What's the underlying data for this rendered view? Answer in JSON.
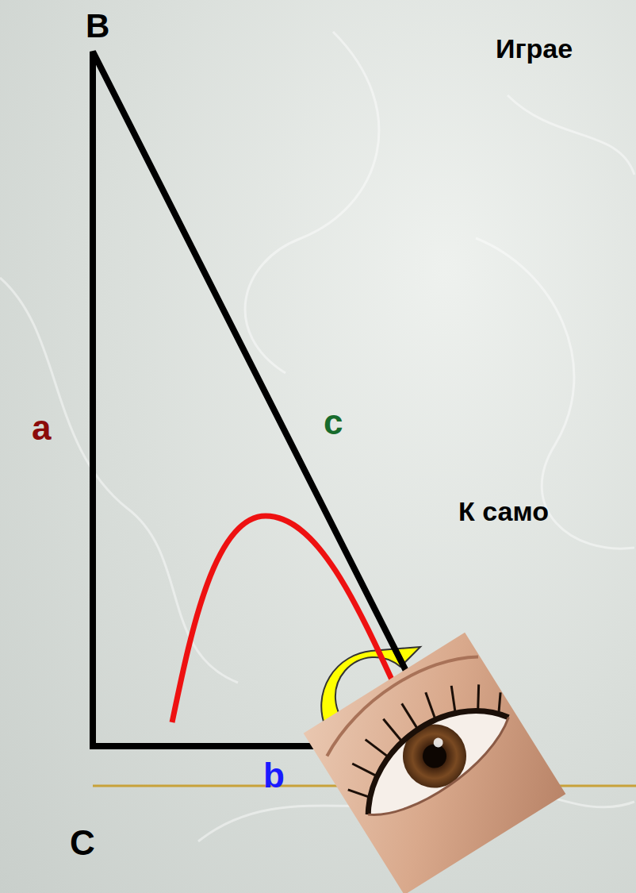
{
  "diagram": {
    "labels": [
      "B",
      "Играе",
      "a",
      "c",
      "К само",
      "C",
      "b"
    ]
  }
}
